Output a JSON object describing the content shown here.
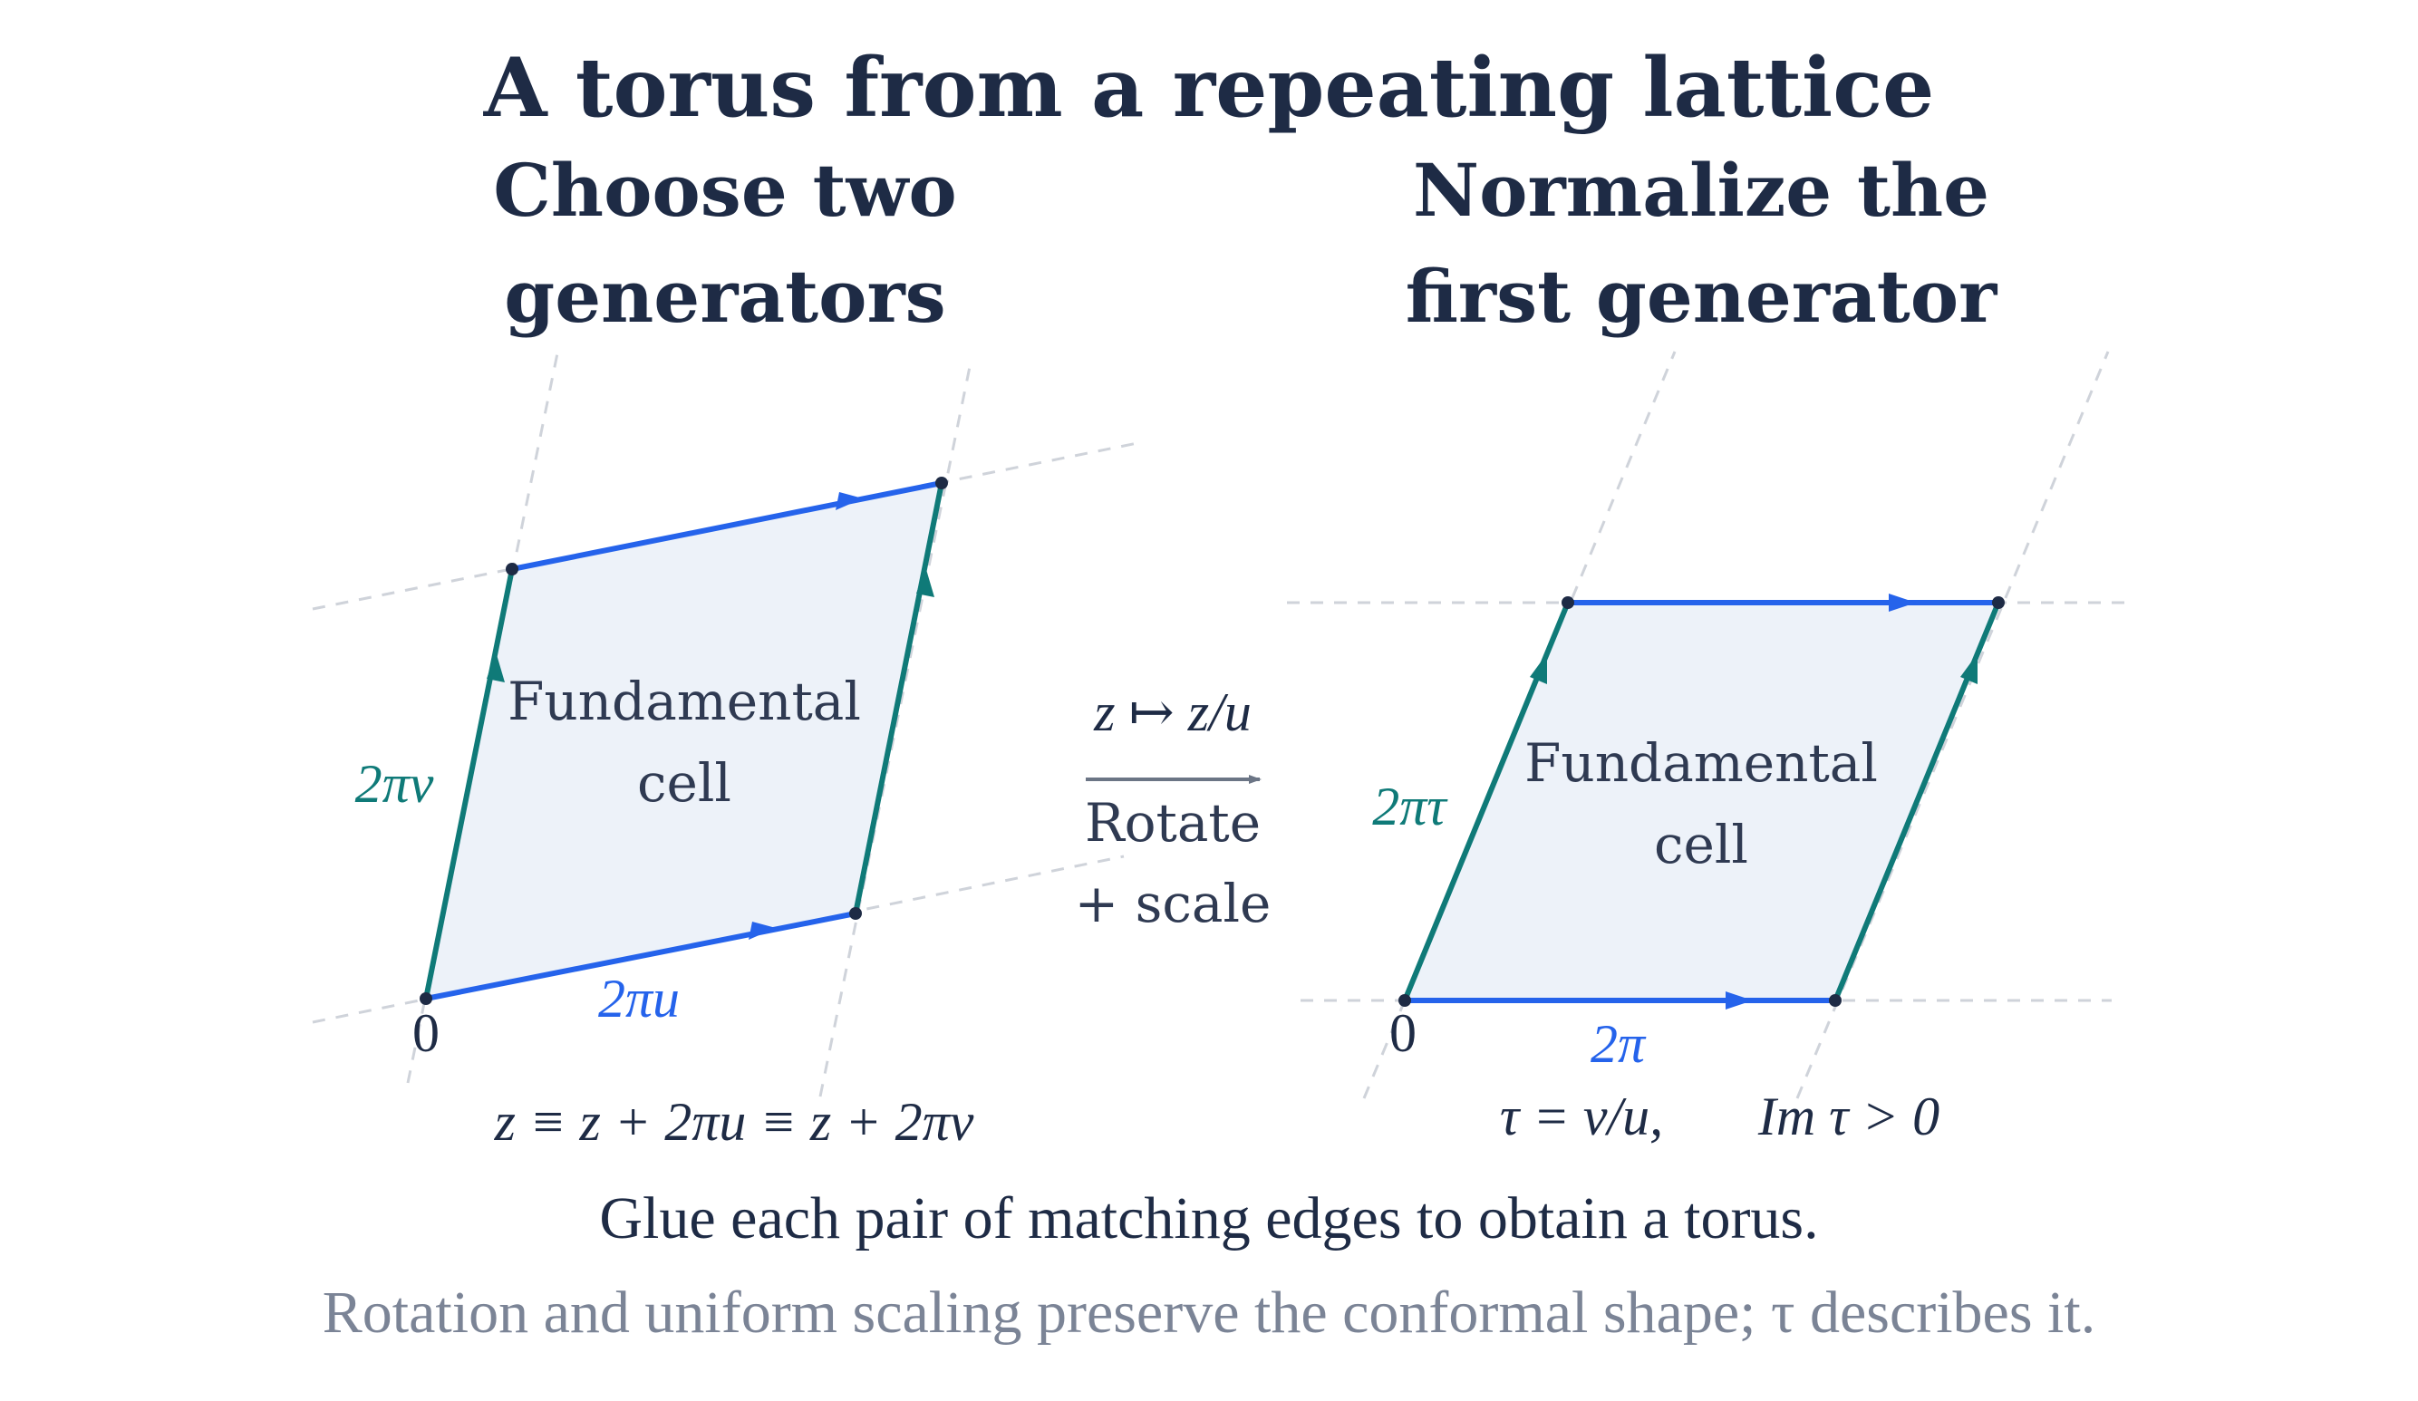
{
  "title": "A torus from a repeating lattice",
  "left_panel": {
    "heading_line1": "Choose two",
    "heading_line2": "generators",
    "cell_label_line1": "Fundamental",
    "cell_label_line2": "cell",
    "origin_label": "0",
    "edge_u_label": "2πu",
    "edge_v_label": "2πv",
    "equivalence": "z ≡ z + 2πu ≡ z + 2πv"
  },
  "right_panel": {
    "heading_line1": "Normalize the",
    "heading_line2": "first generator",
    "cell_label_line1": "Fundamental",
    "cell_label_line2": "cell",
    "origin_label": "0",
    "edge_u_label": "2π",
    "edge_v_label": "2πτ",
    "tau_def": "τ = v/u,",
    "tau_cond": "Im τ > 0"
  },
  "transform": {
    "map": "z ↦ z/u",
    "label_line1": "Rotate",
    "label_line2": "+ scale"
  },
  "caption": "Glue each pair of matching edges to obtain a torus.",
  "subcaption": "Rotation and uniform scaling preserve the conformal shape; τ describes it.",
  "colors": {
    "u_edge": "#2563eb",
    "v_edge": "#0f7a78",
    "cell_fill": "#edf2f9",
    "lattice_line": "#cfd3da",
    "arrow": "#6b7585",
    "text": "#1e2b45",
    "muted": "#7b8496"
  }
}
